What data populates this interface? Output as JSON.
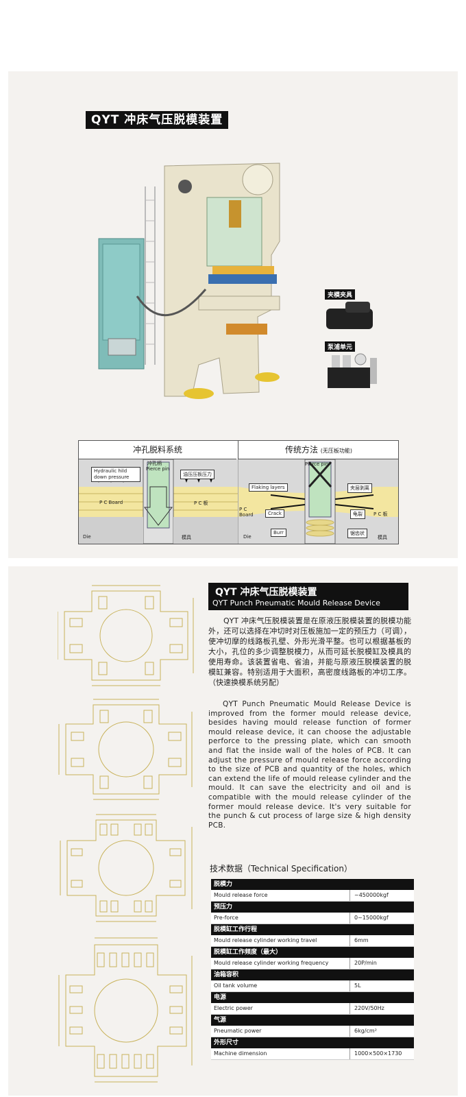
{
  "page1": {
    "title": "QYT 冲床气压脱模装置",
    "thumb_labels": [
      "夹模夹具",
      "泵浦单元"
    ],
    "diagram": {
      "left_title": "冲孔脱料系统",
      "right_title": "传统方法",
      "right_note": "(无压板功能)",
      "left_pin_cn": "冲孔柄",
      "left_pin_en": "Pierce pin",
      "hydraulic_box": "Hydraulic hild down pressure",
      "oil_box": "油压压板压力",
      "pc_board_en": "P C Board",
      "pc_board_cn": "P C 板",
      "die_left": "Die",
      "mold_left": "模具",
      "right_pin_en": "Pierce pin",
      "flaking": "Flaking layers",
      "peel": "夹层剥离",
      "pc_en_r": "P C Board",
      "crack": "Crack",
      "crack_cn": "龟裂",
      "pc_cn_r": "P C 板",
      "burr": "Burr",
      "burr_cn": "锯齿状",
      "die_right": "Die",
      "mold_right": "模具"
    }
  },
  "page2": {
    "title_cn": "QYT  冲床气压脱模装置",
    "title_en": "QYT  Punch Pneumatic Mould Release Device",
    "para_cn": "QYT 冲床气压脱模装置是在原液压脱模装置的脱模功能外，还可以选择在冲切时对压板施加一定的预压力（可调），使冲切摩的线路板孔壁、外形光滑平整。也可以根据基板的大小，孔位的多少调整脱模力，从而可延长脱模缸及模具的使用寿命。该装置省电、省油，并能与原液压脱模装置的脱模缸兼容。特别适用于大面积，高密度线路板的冲切工序。（快速换模系统另配）",
    "para_en": "QYT Punch Pneumatic Mould Release Device is improved from the former mould release device, besides having mould release function of former mould release device, it can choose the adjustable perforce to the pressing plate, which can smooth and flat the inside wall of the holes of PCB. It can adjust the pressure of mould release force according to the size of PCB and quantity of the holes, which can extend the life of mould release cylinder and the mould. It can save the electricity and oil and is compatible with the mould release cylinder of the former mould release device. It's very suitable for the punch & cut process of large size & high density PCB.",
    "spec_heading": "技术数据（Technical Specification）",
    "specs": [
      {
        "cn": "脱模力",
        "en": "Mould release force",
        "value": "~450000kgf"
      },
      {
        "cn": "预压力",
        "en": "Pre-force",
        "value": "0~15000kgf"
      },
      {
        "cn": "脱模缸工作行程",
        "en": "Mould release cylinder working travel",
        "value": "6mm"
      },
      {
        "cn": "脱模缸工作频度（最大）",
        "en": "Mould release cylinder working frequency",
        "value": "20P/min"
      },
      {
        "cn": "油箱容积",
        "en": "Oil tank volume",
        "value": "5L"
      },
      {
        "cn": "电源",
        "en": "Electric power",
        "value": "220V/50Hz"
      },
      {
        "cn": "气源",
        "en": "Pneumatic power",
        "value": "6kg/cm²"
      },
      {
        "cn": "外形尺寸",
        "en": "Machine dimension",
        "value": "1000×500×1730"
      }
    ]
  },
  "colors": {
    "accent": "#111111",
    "drawing_line": "#c8b25a",
    "machine": "#e9e3cc",
    "panel": "#7fbcb8",
    "pcb": "#f3e6a0"
  }
}
